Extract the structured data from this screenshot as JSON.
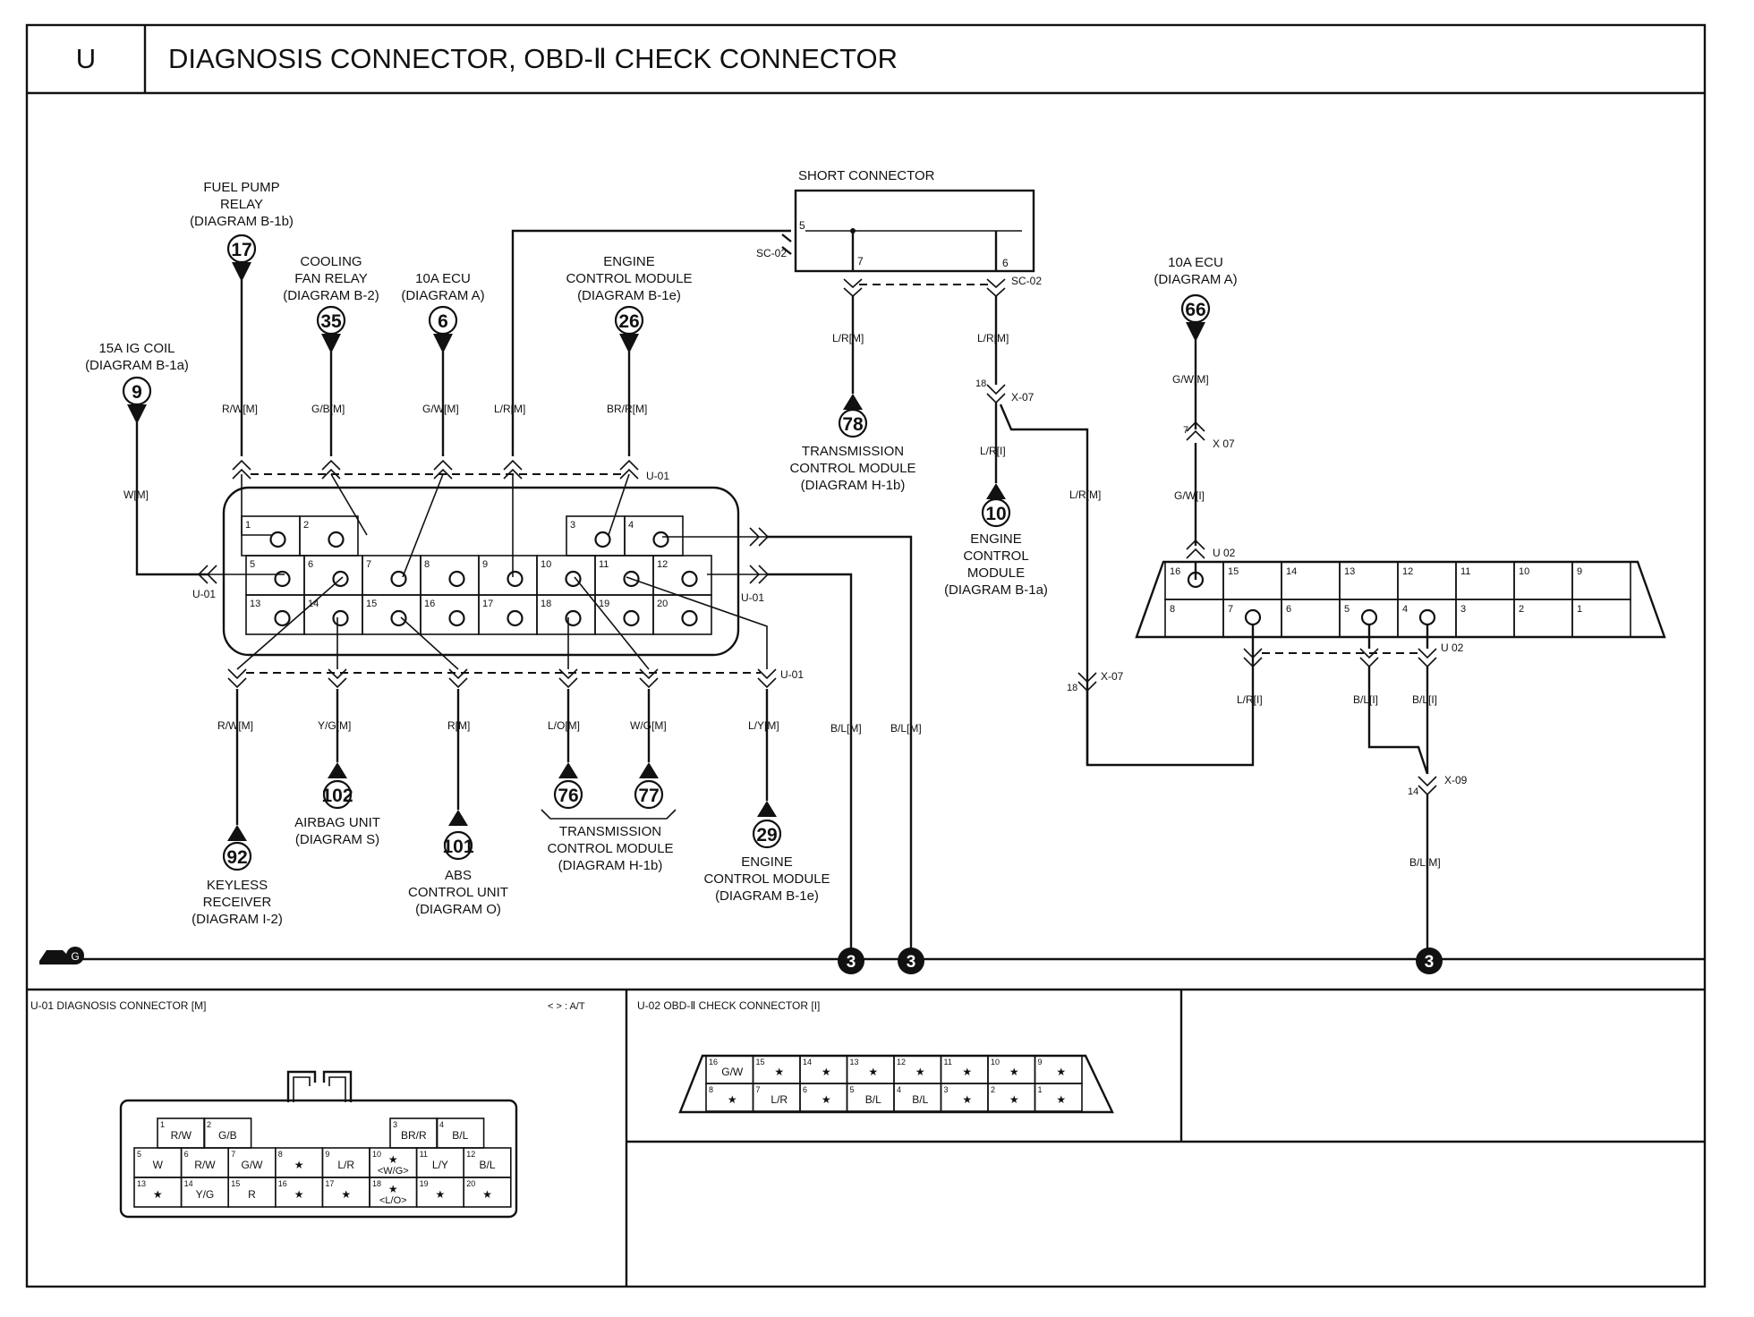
{
  "header": {
    "section": "U",
    "title": "DIAGNOSIS CONNECTOR, OBD-Ⅱ CHECK CONNECTOR"
  },
  "components": {
    "fuel_pump_relay": {
      "num": "17",
      "l1": "FUEL PUMP",
      "l2": "RELAY",
      "l3": "(DIAGRAM B-1b)"
    },
    "cooling_fan_relay": {
      "num": "35",
      "l1": "COOLING",
      "l2": "FAN RELAY",
      "l3": "(DIAGRAM B-2)"
    },
    "ecu_10a_left": {
      "num": "6",
      "l1": "10A ECU",
      "l2": "(DIAGRAM A)"
    },
    "ecm_26": {
      "num": "26",
      "l1": "ENGINE",
      "l2": "CONTROL MODULE",
      "l3": "(DIAGRAM B-1e)"
    },
    "ig_coil": {
      "num": "9",
      "l1": "15A IG COIL",
      "l2": "(DIAGRAM B-1a)"
    },
    "short_connector": {
      "label": "SHORT CONNECTOR",
      "sc_left": "SC-02",
      "sc_right": "SC-02",
      "p5": "5",
      "p6": "6",
      "p7": "7"
    },
    "tcm_78": {
      "num": "78",
      "l1": "TRANSMISSION",
      "l2": "CONTROL MODULE",
      "l3": "(DIAGRAM H-1b)"
    },
    "ecm_10": {
      "num": "10",
      "l1": "ENGINE",
      "l2": "CONTROL",
      "l3": "MODULE",
      "l4": "(DIAGRAM B-1a)"
    },
    "ecu_10a_right": {
      "num": "66",
      "l1": "10A ECU",
      "l2": "(DIAGRAM A)"
    },
    "keyless": {
      "num": "92",
      "l1": "KEYLESS",
      "l2": "RECEIVER",
      "l3": "(DIAGRAM I-2)"
    },
    "airbag": {
      "num": "102",
      "l1": "AIRBAG UNIT",
      "l2": "(DIAGRAM S)"
    },
    "abs": {
      "num": "101",
      "l1": "ABS",
      "l2": "CONTROL UNIT",
      "l3": "(DIAGRAM O)"
    },
    "tcm_76_77": {
      "num1": "76",
      "num2": "77",
      "l1": "TRANSMISSION",
      "l2": "CONTROL MODULE",
      "l3": "(DIAGRAM H-1b)"
    },
    "ecm_29": {
      "num": "29",
      "l1": "ENGINE",
      "l2": "CONTROL MODULE",
      "l3": "(DIAGRAM B-1e)"
    },
    "ground": {
      "g_label": "G",
      "num": "3"
    }
  },
  "wires": {
    "rw_top": "R/W[M]",
    "gb": "G/B[M]",
    "gw_top": "G/W[M]",
    "lr_top": "L/R[M]",
    "brr": "BR/R[M]",
    "w": "W[M]",
    "lr_sc7": "L/R[M]",
    "lr_sc6": "L/R[M]",
    "lr_i": "L/R[I]",
    "lr_m_long": "L/R[M]",
    "gw_66": "G/W[M]",
    "gw_i": "G/W[I]",
    "rw_bot": "R/W[M]",
    "yg": "Y/G[M]",
    "r": "R[M]",
    "lo": "L/O[M]",
    "wg": "W/G[M]",
    "ly": "L/Y[M]",
    "bl1": "B/L[M]",
    "bl2": "B/L[M]",
    "lr_u02": "L/R[I]",
    "bl_i1": "B/L[I]",
    "bl_i2": "B/L[I]",
    "bl_m": "B/L[M]"
  },
  "connectors": {
    "u01": "U-01",
    "u02": "U 02",
    "x07_top": {
      "name": "X-07",
      "pin": "18"
    },
    "x07_mid": {
      "name": "X 07",
      "pin": "7"
    },
    "x07_bot": {
      "name": "X-07",
      "pin": "18"
    },
    "x09": {
      "name": "X-09",
      "pin": "14"
    }
  },
  "u01_pins": [
    "1",
    "2",
    "3",
    "4",
    "5",
    "6",
    "7",
    "8",
    "9",
    "10",
    "11",
    "12",
    "13",
    "14",
    "15",
    "16",
    "17",
    "18",
    "19",
    "20"
  ],
  "u02_pins": [
    "16",
    "15",
    "14",
    "13",
    "12",
    "11",
    "10",
    "9",
    "8",
    "7",
    "6",
    "5",
    "4",
    "3",
    "2",
    "1"
  ],
  "legend_u01": {
    "title": "U-01 DIAGNOSIS CONNECTOR [M]",
    "note": "< > : A/T",
    "cells": [
      {
        "p": "1",
        "t": "R/W"
      },
      {
        "p": "2",
        "t": "G/B"
      },
      {
        "p": "3",
        "t": "BR/R"
      },
      {
        "p": "4",
        "t": "B/L"
      },
      {
        "p": "5",
        "t": "W"
      },
      {
        "p": "6",
        "t": "R/W"
      },
      {
        "p": "7",
        "t": "G/W"
      },
      {
        "p": "8",
        "t": "★"
      },
      {
        "p": "9",
        "t": "L/R"
      },
      {
        "p": "10",
        "t": "★",
        "t2": "<W/G>"
      },
      {
        "p": "11",
        "t": "L/Y"
      },
      {
        "p": "12",
        "t": "B/L"
      },
      {
        "p": "13",
        "t": "★"
      },
      {
        "p": "14",
        "t": "Y/G"
      },
      {
        "p": "15",
        "t": "R"
      },
      {
        "p": "16",
        "t": "★"
      },
      {
        "p": "17",
        "t": "★"
      },
      {
        "p": "18",
        "t": "★",
        "t2": "<L/O>"
      },
      {
        "p": "19",
        "t": "★"
      },
      {
        "p": "20",
        "t": "★"
      }
    ]
  },
  "legend_u02": {
    "title": "U-02 OBD-Ⅱ CHECK CONNECTOR [I]",
    "top": [
      {
        "p": "16",
        "t": "G/W"
      },
      {
        "p": "15",
        "t": "★"
      },
      {
        "p": "14",
        "t": "★"
      },
      {
        "p": "13",
        "t": "★"
      },
      {
        "p": "12",
        "t": "★"
      },
      {
        "p": "11",
        "t": "★"
      },
      {
        "p": "10",
        "t": "★"
      },
      {
        "p": "9",
        "t": "★"
      }
    ],
    "bottom": [
      {
        "p": "8",
        "t": "★"
      },
      {
        "p": "7",
        "t": "L/R"
      },
      {
        "p": "6",
        "t": "★"
      },
      {
        "p": "5",
        "t": "B/L"
      },
      {
        "p": "4",
        "t": "B/L"
      },
      {
        "p": "3",
        "t": "★"
      },
      {
        "p": "2",
        "t": "★"
      },
      {
        "p": "1",
        "t": "★"
      }
    ]
  }
}
